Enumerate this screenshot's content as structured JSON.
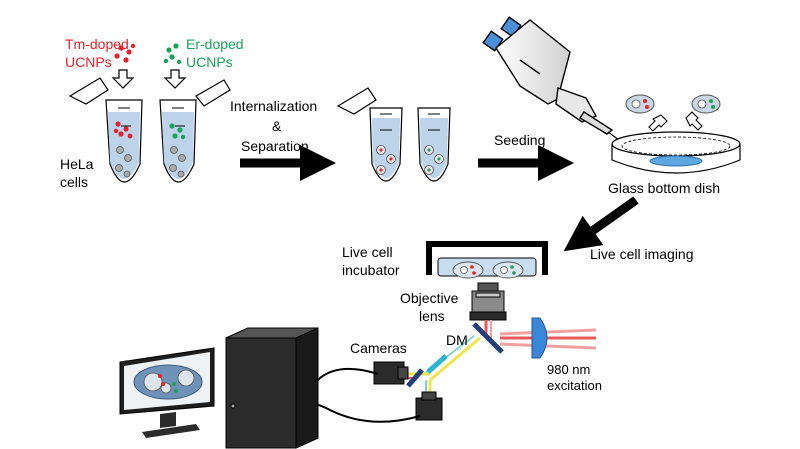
{
  "labels": {
    "tm_line1": "Tm-doped",
    "tm_line2": "UCNPs",
    "er_line1": "Er-doped",
    "er_line2": "UCNPs",
    "hela_line1": "HeLa",
    "hela_line2": "cells",
    "internalization": "Internalization",
    "ampersand": "&",
    "separation": "Separation",
    "seeding": "Seeding",
    "glass_dish": "Glass bottom dish",
    "live_cell_imaging": "Live cell imaging",
    "incubator_line1": "Live cell",
    "incubator_line2": "incubator",
    "objective_line1": "Objective",
    "objective_line2": "lens",
    "dm": "DM",
    "cameras": "Cameras",
    "excitation_line1": "980 nm",
    "excitation_line2": "excitation"
  },
  "colors": {
    "tm_red": "#e8202a",
    "er_green": "#1aa25a",
    "liquid_blue": "#bcd3ea",
    "laser_red": "#e85a5a",
    "yellow_beam": "#f2e44a",
    "mirror_navy": "#223f7a",
    "lens_blue": "#3a86d8"
  }
}
